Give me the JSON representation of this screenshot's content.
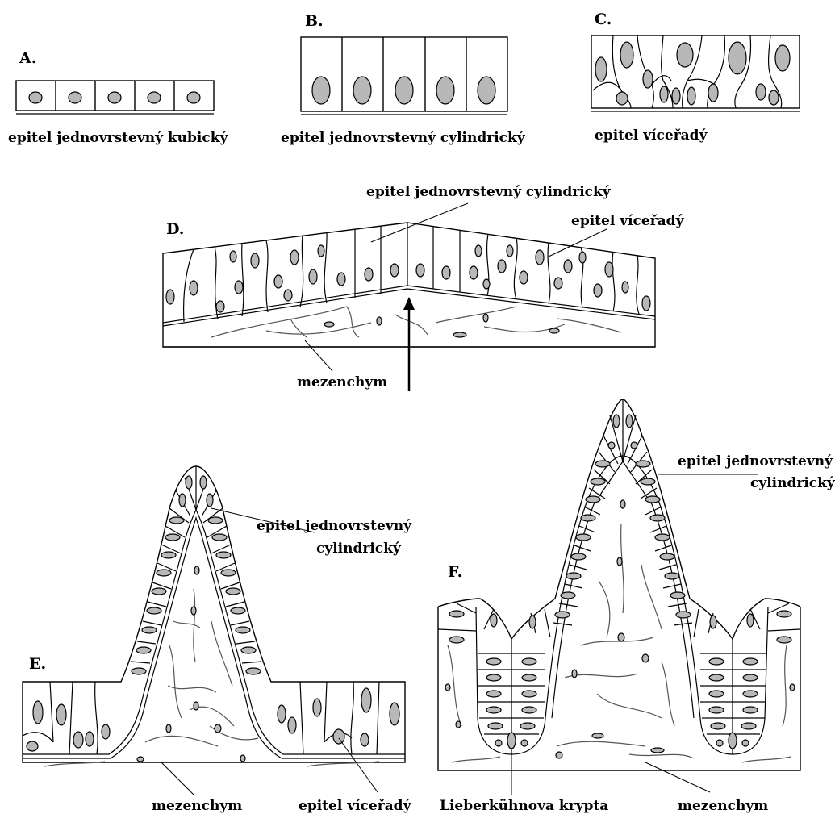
{
  "panels": {
    "a": "A.",
    "b": "B.",
    "c": "C.",
    "d": "D.",
    "e": "E.",
    "f": "F."
  },
  "labels": {
    "a_caption": "epitel jednovrstevný kubický",
    "b_caption": "epitel jednovrstevný cylindrický",
    "c_caption": "epitel víceřadý",
    "d_cylindrical": "epitel jednovrstevný cylindrický",
    "d_multirow": "epitel víceřadý",
    "d_mesenchyme": "mezenchym",
    "e_cyl_line1": "epitel jednovrstevný",
    "e_cyl_line2": "cylindrický",
    "e_mesenchyme": "mezenchym",
    "e_multirow": "epitel víceřadý",
    "f_cyl_line1": "epitel jednovrstevný",
    "f_cyl_line2": "cylindrický",
    "f_crypt": "Lieberkühnova krypta",
    "f_mesenchyme": "mezenchym"
  }
}
